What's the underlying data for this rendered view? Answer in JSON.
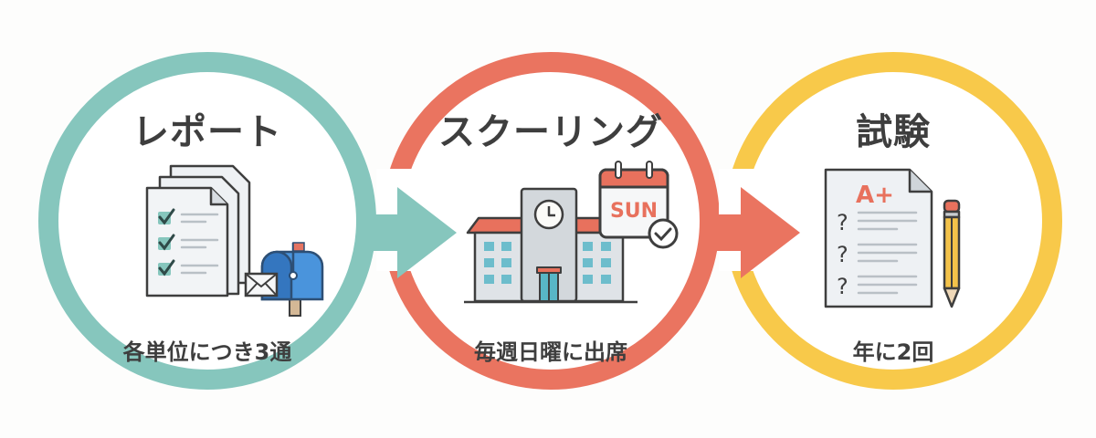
{
  "colors": {
    "report": "#86c6bd",
    "schooling": "#ea7460",
    "exam": "#f8c94a",
    "text": "#3e3e3e"
  },
  "steps": [
    {
      "title": "レポート",
      "description": "各単位につき3通",
      "icon": "checklist-documents-with-mailbox-icon"
    },
    {
      "title": "スクーリング",
      "description": "毎週日曜に出席",
      "icon": "school-building-with-calendar-icon",
      "calendar_label": "SUN"
    },
    {
      "title": "試験",
      "description": "年に2回",
      "icon": "exam-paper-with-pencil-icon",
      "grade_label": "A+"
    }
  ],
  "arrows": [
    {
      "from": "レポート",
      "to": "スクーリング",
      "color": "#86c6bd"
    },
    {
      "from": "スクーリング",
      "to": "試験",
      "color": "#ea7460"
    }
  ]
}
